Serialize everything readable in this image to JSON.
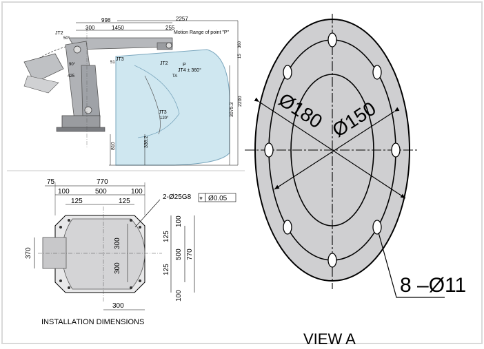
{
  "robot": {
    "dims_top": {
      "d998": "998",
      "d2257": "2257",
      "d300": "300",
      "d1450": "1450",
      "d255": "255"
    },
    "motion_label": "Motion Range of point \"P\"",
    "labels": {
      "jt2_top": "JT2",
      "jt3": "JT3",
      "jt2_mid": "JT2",
      "p": "P",
      "ta": "TA",
      "jt4": "JT4 ± 360°",
      "jt3_low": "JT3",
      "a120": "120°",
      "a50": "50°",
      "a425": "425",
      "a51": "51",
      "a90": "90°"
    },
    "right_dims": {
      "d15": "15",
      "d360": "360",
      "d3075": "3075.3",
      "d2200": "2200"
    },
    "bottom_dims": {
      "d810": "810",
      "d338": "338.2"
    }
  },
  "flange": {
    "d180": "Ø180",
    "d150": "Ø150",
    "holes": "8 –Ø11",
    "view_label": "VIEW A",
    "color": "#cfcfd1"
  },
  "base": {
    "top_dims": {
      "d75": "75",
      "d770": "770",
      "d100a": "100",
      "d500": "500",
      "d100b": "100",
      "d125a": "125",
      "d125b": "125"
    },
    "callout": "2-Ø25G8",
    "tolerance": "Ø0.05",
    "left_dim": "370",
    "inner": {
      "d300a": "300",
      "d300b": "300",
      "d300c": "300"
    },
    "right_dims": {
      "d100a": "100",
      "d125a": "125",
      "d500": "500",
      "d770": "770",
      "d125b": "125",
      "d100b": "100"
    },
    "title": "INSTALLATION DIMENSIONS"
  }
}
